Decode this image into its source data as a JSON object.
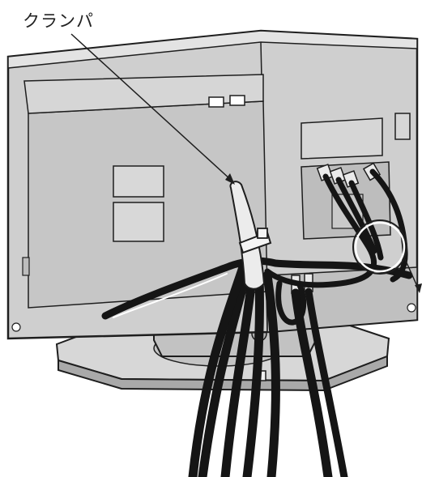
{
  "callout": {
    "label": "クランパ"
  },
  "colors": {
    "panel": "#cfcfcf",
    "panel_dark": "#b4b4b4",
    "panel_shadow": "#9a9a9a",
    "outline": "#1e1e1e",
    "cable": "#151515",
    "clamp": "#e6e6e6",
    "background": "#ffffff"
  },
  "parts": {
    "clamper": "clamper-band",
    "detail_circle": "magnified-connection-circle"
  }
}
